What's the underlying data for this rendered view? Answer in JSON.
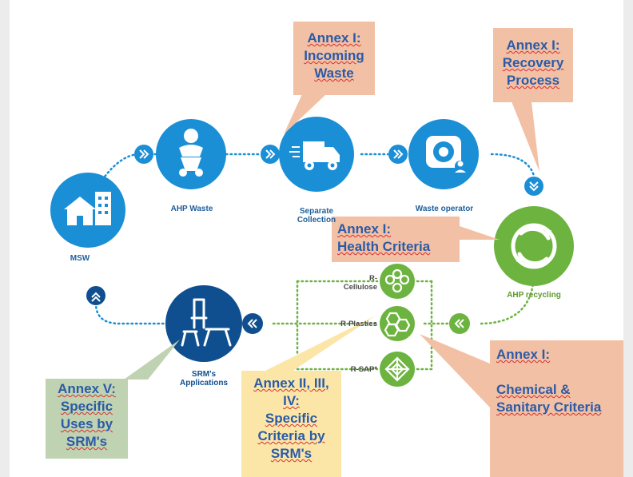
{
  "nodes": {
    "msw": "MSW",
    "ahp_waste": "AHP Waste",
    "separate_collection_1": "Separate",
    "separate_collection_2": "Collection",
    "waste_operator": "Waste operator",
    "ahp_recycling": "AHP recycling",
    "srm_applications_1": "SRM's",
    "srm_applications_2": "Applications"
  },
  "materials": {
    "r_cellulose_1": "R-",
    "r_cellulose_2": "Cellulose",
    "r_plastics": "R-Plastics",
    "r_sap": "R-SAP*"
  },
  "callouts": {
    "incoming_waste": [
      "Annex I:",
      "Incoming",
      "Waste"
    ],
    "recovery_process": [
      "Annex I:",
      "Recovery",
      "Process"
    ],
    "health_criteria": [
      "Annex I:",
      "Health Criteria"
    ],
    "chemical_sanitary": [
      "Annex I:",
      "",
      "Chemical &",
      "Sanitary Criteria"
    ],
    "specific_uses": [
      "Annex V:",
      "Specific",
      "Uses by",
      "SRM's"
    ],
    "specific_criteria": [
      "Annex II, III,",
      "IV:",
      "Specific",
      "Criteria by",
      "SRM's"
    ]
  },
  "colors": {
    "blue": "#1a8fd6",
    "dark_blue": "#0f4f8f",
    "green": "#6cb33f",
    "salmon": "#f2c0a4",
    "light_green": "#bfd3b2",
    "yellow": "#fbe6a8"
  }
}
